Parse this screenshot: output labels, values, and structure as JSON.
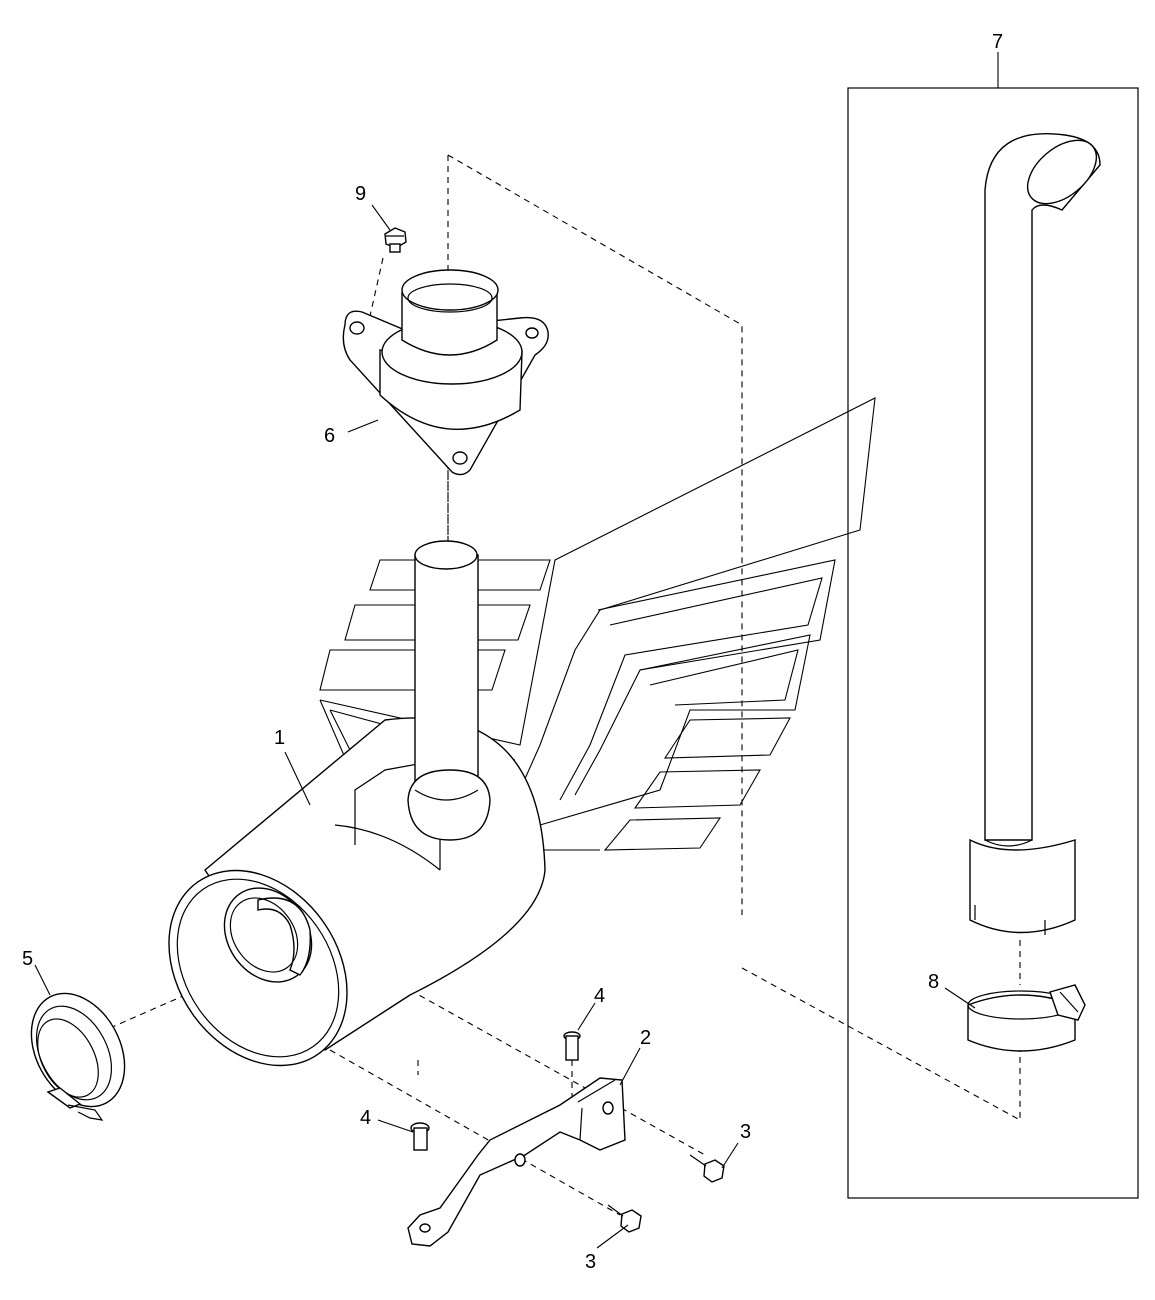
{
  "callouts": {
    "c1": "1",
    "c2": "2",
    "c3a": "3",
    "c3b": "3",
    "c4a": "4",
    "c4b": "4",
    "c5": "5",
    "c6": "6",
    "c7": "7",
    "c8": "8",
    "c9": "9"
  },
  "colors": {
    "line": "#000000",
    "background": "#ffffff"
  }
}
